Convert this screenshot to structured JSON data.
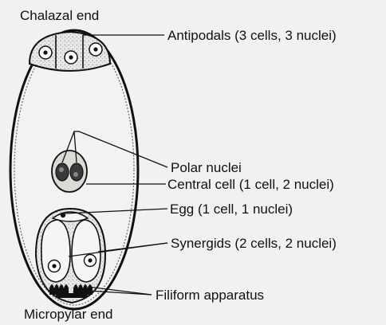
{
  "labels": {
    "chalazal_end": "Chalazal end",
    "antipodals": "Antipodals (3 cells, 3 nuclei)",
    "polar_nuclei": "Polar nuclei",
    "central_cell": "Central cell (1 cell, 2 nuclei)",
    "egg": "Egg (1 cell, 1 nuclei)",
    "synergids": "Synergids (2 cells, 2 nuclei)",
    "filiform_apparatus": "Filiform apparatus",
    "micropylar_end": "Micropylar end"
  }
}
